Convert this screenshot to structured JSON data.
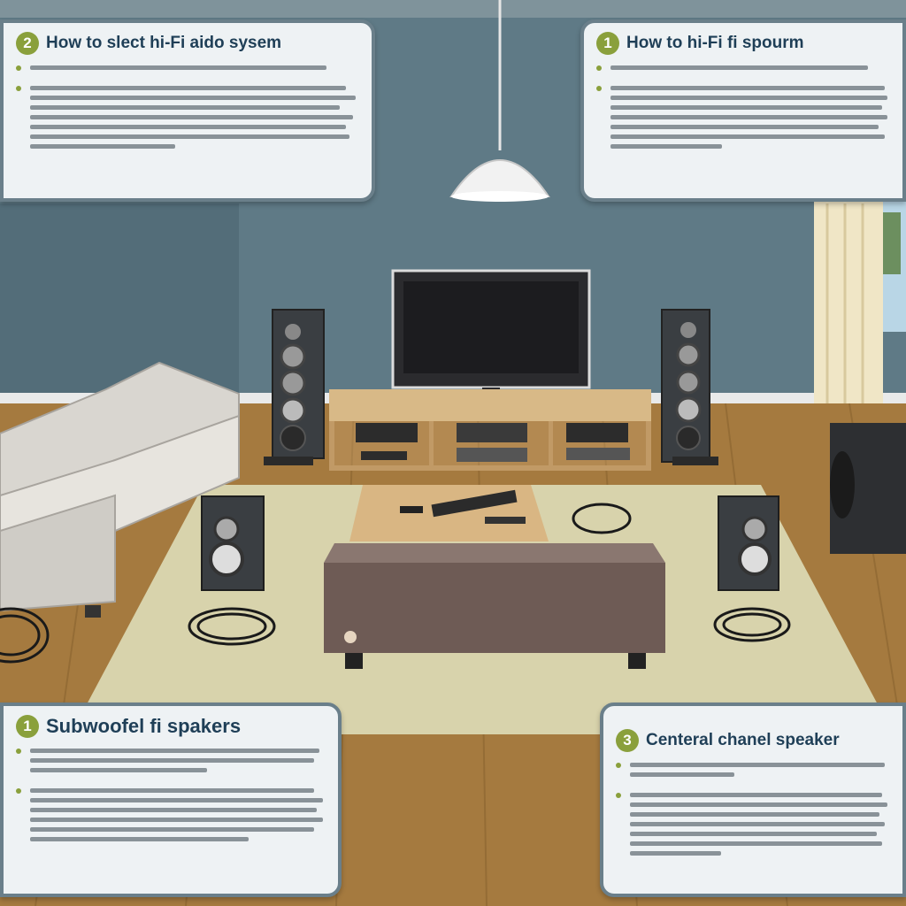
{
  "callouts": [
    {
      "id": "top-left",
      "number": "2",
      "title": "How to slect hi-Fi aido sysem"
    },
    {
      "id": "top-right",
      "number": "1",
      "title": "How to hi-Fi  fi spourm"
    },
    {
      "id": "bottom-left",
      "number": "1",
      "title": "Subwoofel fi spakers"
    },
    {
      "id": "bottom-right",
      "number": "3",
      "title": "Centeral chanel speaker"
    }
  ],
  "colors": {
    "wall": "#5f7a86",
    "floor": "#a57a3f",
    "rug": "#d8d3ac",
    "callout_border": "#6a7f8a",
    "accent": "#8aa03c",
    "title": "#1f3f57"
  }
}
